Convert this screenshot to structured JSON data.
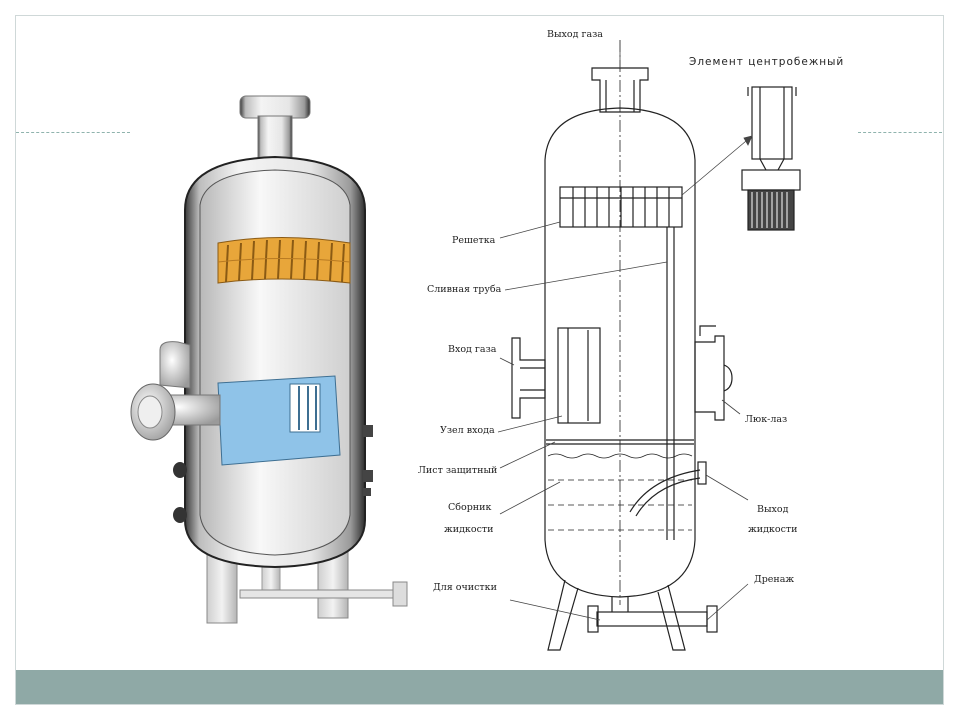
{
  "labels": {
    "gas_outlet": "Выход газа",
    "centrifugal_element": "Элемент центробежный",
    "grid": "Решетка",
    "drain_pipe": "Сливная труба",
    "gas_inlet": "Вход газа",
    "manhole": "Люк-лаз",
    "inlet_unit": "Узел входа",
    "protective_sheet": "Лист защитный",
    "liquid_collector_line1": "Сборник",
    "liquid_collector_line2": "жидкости",
    "liquid_outlet_line1": "Выход",
    "liquid_outlet_line2": "жидкости",
    "for_cleaning": "Для очистки",
    "drainage": "Дренаж"
  },
  "colors": {
    "footer_bar": "#8fa9a6",
    "grid_orange": "#e8a63a",
    "inlet_blue": "#8fc3e8",
    "frame_border": "#cfd8d8",
    "dash_line": "#8fb3ad"
  }
}
